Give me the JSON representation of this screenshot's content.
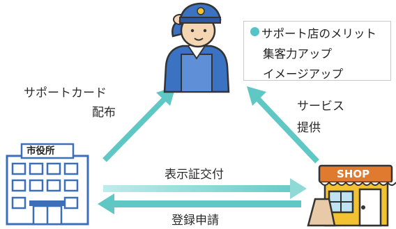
{
  "merit_box": {
    "title": "サポート店のメリット",
    "items": [
      "集客力アップ",
      "イメージアップ"
    ]
  },
  "labels": {
    "support_card": "サポートカード",
    "distribution": "配布",
    "service": "サービス",
    "provide": "提供",
    "issue_display_cert": "表示証交付",
    "register_apply": "登録申請"
  },
  "nodes": {
    "city_hall": "市役所",
    "shop": "SHOP"
  },
  "colors": {
    "arrow": "#5fc7c4",
    "arrow_light": "#9adedc",
    "building_blue": "#3d6fb8",
    "shop_yellow": "#f2c233",
    "uniform_blue": "#3b72c2"
  }
}
